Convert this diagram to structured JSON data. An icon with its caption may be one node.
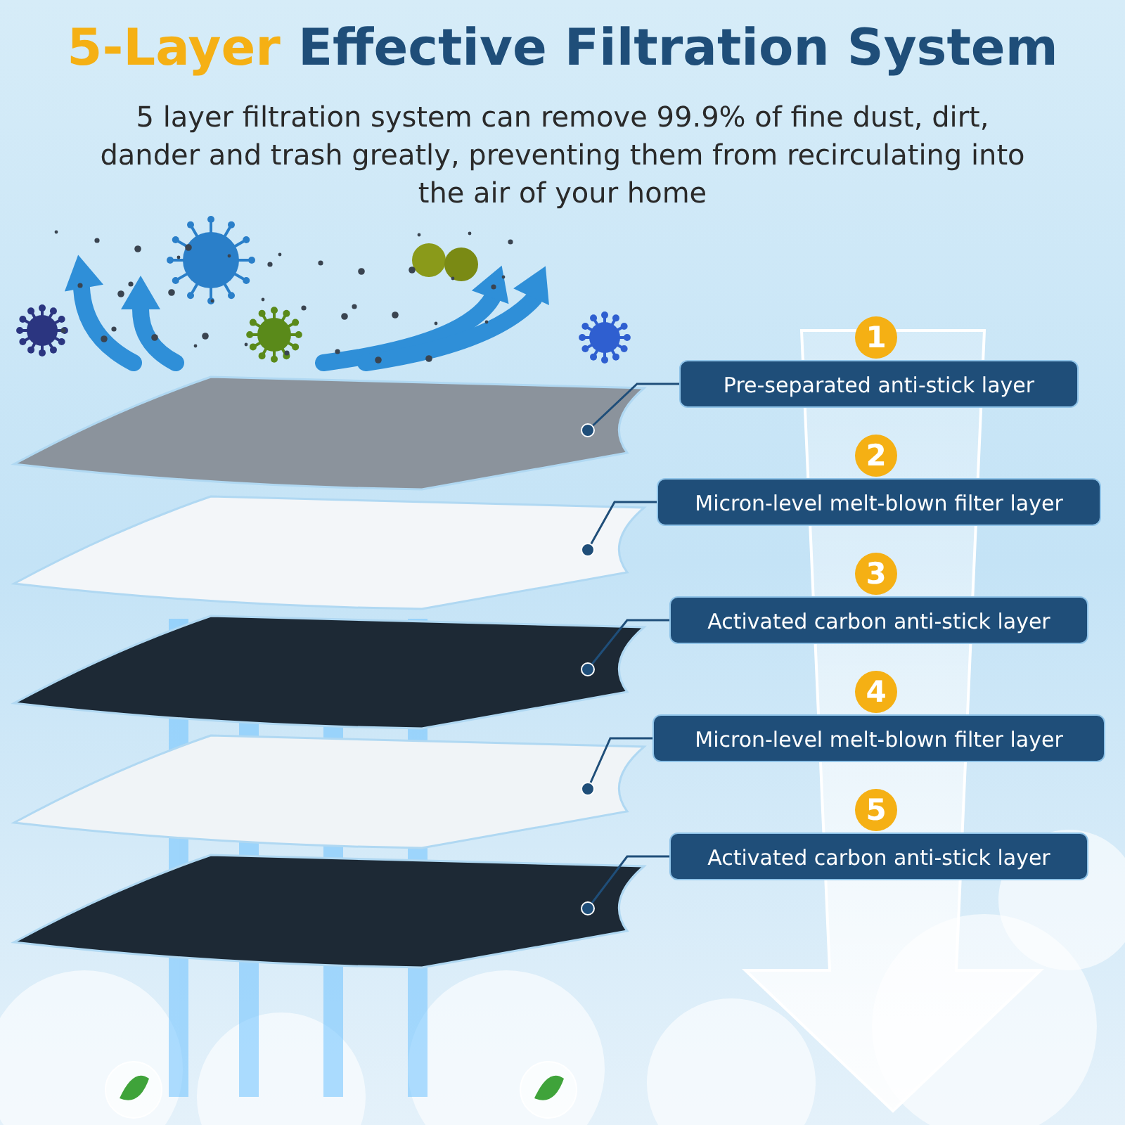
{
  "diagram": {
    "title": "5-Layer Effective Filtration System",
    "caption": "5 layer filtration system can remove 99.9% of fine dust, dirt, dander and trash greatly, preventing them from recirculating into the air of your home",
    "nodes": [
      {
        "text": [
          "1",
          "Pre-separated anti-stick layer"
        ]
      },
      {
        "text": [
          "2",
          "Micron-level melt-blown filter layer"
        ]
      },
      {
        "text": [
          "3",
          "Activated carbon anti-stick layer"
        ]
      },
      {
        "text": [
          "4",
          "Micron-level melt-blown filter layer"
        ]
      },
      {
        "text": [
          "5",
          "Activated carbon anti-stick layer"
        ]
      },
      {
        "text": [],
        "shape": "picture"
      },
      {
        "text": [],
        "shape": "picture"
      },
      {
        "text": [],
        "shape": "picture"
      },
      {
        "text": [],
        "shape": "picture"
      },
      {
        "text": [],
        "shape": "picture"
      }
    ],
    "edges": [
      {
        "from": 0,
        "to": 5,
        "arrow": "other"
      },
      {
        "from": 1,
        "to": 6,
        "arrow": "other"
      },
      {
        "from": 2,
        "to": 7,
        "arrow": "other"
      },
      {
        "from": 3,
        "to": 8,
        "arrow": "other"
      },
      {
        "from": 4,
        "to": 9,
        "arrow": "other"
      }
    ]
  }
}
